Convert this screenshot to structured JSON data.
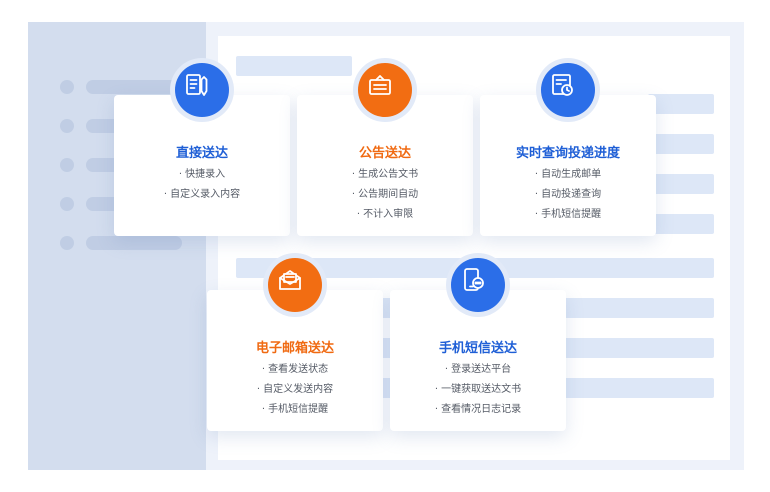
{
  "colors": {
    "blue": "#1f5fd6",
    "orange": "#f06a12",
    "card_text": "#555b66"
  },
  "cards": [
    {
      "title": "直接送达",
      "icon": "document-pen-icon",
      "items": [
        "· 快捷录入",
        "· 自定义录入内容"
      ]
    },
    {
      "title": "公告送达",
      "icon": "notice-board-icon",
      "items": [
        "· 生成公告文书",
        "· 公告期间自动",
        "· 不计入审限"
      ]
    },
    {
      "title": "实时查询投递进度",
      "icon": "document-clock-icon",
      "items": [
        "· 自动生成邮单",
        "· 自动投递查询",
        "· 手机短信提醒"
      ]
    },
    {
      "title": "电子邮箱送达",
      "icon": "envelope-icon",
      "items": [
        "· 查看发送状态",
        "· 自定义发送内容",
        "· 手机短信提醒"
      ]
    },
    {
      "title": "手机短信送达",
      "icon": "mobile-message-icon",
      "items": [
        "· 登录送达平台",
        "· 一键获取送达文书",
        "· 查看情况日志记录"
      ]
    }
  ]
}
